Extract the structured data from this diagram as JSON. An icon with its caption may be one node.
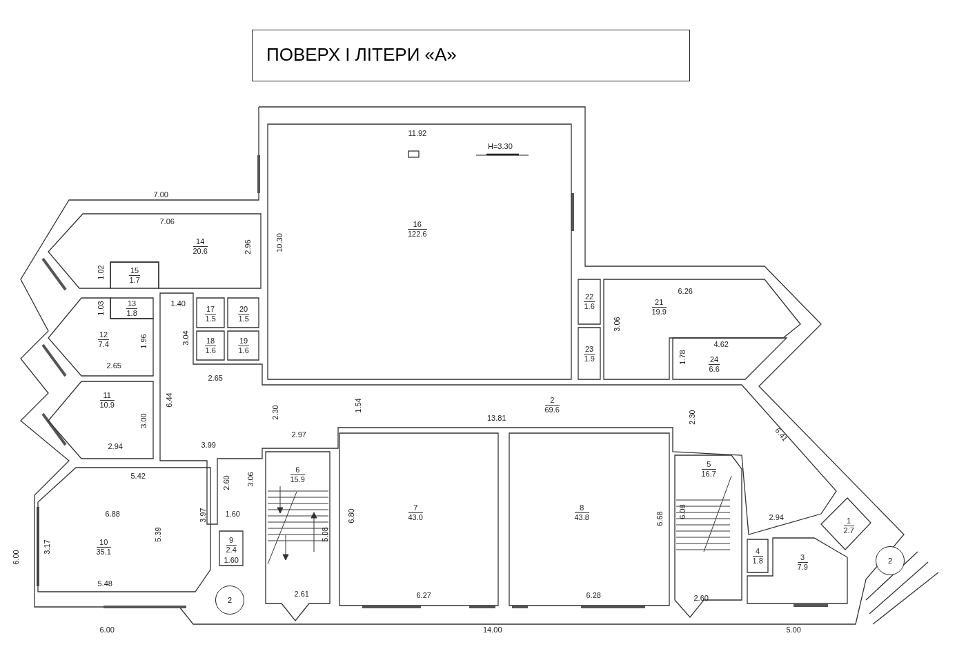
{
  "diagram": {
    "title": "ПОВЕРХ I ЛІТЕРИ «А»",
    "nodes": [
      {
        "text": [
          "1",
          "2.7"
        ]
      },
      {
        "text": [
          "2",
          "69.6"
        ]
      },
      {
        "text": [
          "3",
          "7.9"
        ]
      },
      {
        "text": [
          "4",
          "1.8"
        ]
      },
      {
        "text": [
          "5",
          "16.7"
        ]
      },
      {
        "text": [
          "6",
          "15.9"
        ]
      },
      {
        "text": [
          "7",
          "43.0"
        ]
      },
      {
        "text": [
          "8",
          "43.8"
        ]
      },
      {
        "text": [
          "9",
          "2.4"
        ]
      },
      {
        "text": [
          "10",
          "35.1"
        ]
      },
      {
        "text": [
          "11",
          "10.9"
        ]
      },
      {
        "text": [
          "12",
          "7.4"
        ]
      },
      {
        "text": [
          "13",
          "1.8"
        ]
      },
      {
        "text": [
          "14",
          "20.6"
        ]
      },
      {
        "text": [
          "15",
          "1.7"
        ]
      },
      {
        "text": [
          "16",
          "122.6"
        ]
      },
      {
        "text": [
          "17",
          "1.5"
        ]
      },
      {
        "text": [
          "18",
          "1.6"
        ]
      },
      {
        "text": [
          "19",
          "1.6"
        ]
      },
      {
        "text": [
          "20",
          "1.5"
        ]
      },
      {
        "text": [
          "21",
          "19.9"
        ]
      },
      {
        "text": [
          "22",
          "1.6"
        ]
      },
      {
        "text": [
          "23",
          "1.9"
        ]
      },
      {
        "text": [
          "24",
          "6.6"
        ]
      },
      {
        "text": [
          "2"
        ]
      },
      {
        "text": [
          "2"
        ]
      }
    ],
    "labels": [
      "11.92",
      "Н=3.30",
      "7.00",
      "7.06",
      "2.96",
      "10.30",
      "1.02",
      "1.40",
      "1.03",
      "1.96",
      "3.04",
      "2.65",
      "6.44",
      "2.65",
      "6.26",
      "3.06",
      "4.62",
      "1.78",
      "2.30",
      "1.54",
      "13.81",
      "2.30",
      "6.41",
      "3.00",
      "2.94",
      "3.99",
      "2.97",
      "5.42",
      "2.60",
      "3.06",
      "6.88",
      "3.97",
      "1.60",
      "6.80",
      "6.68",
      "6.08",
      "2.94",
      "5.39",
      "5.08",
      "6.00",
      "3.17",
      "1.60",
      "5.48",
      "2.61",
      "6.27",
      "6.28",
      "2.60",
      "6.00",
      "14.00",
      "5.00"
    ]
  }
}
